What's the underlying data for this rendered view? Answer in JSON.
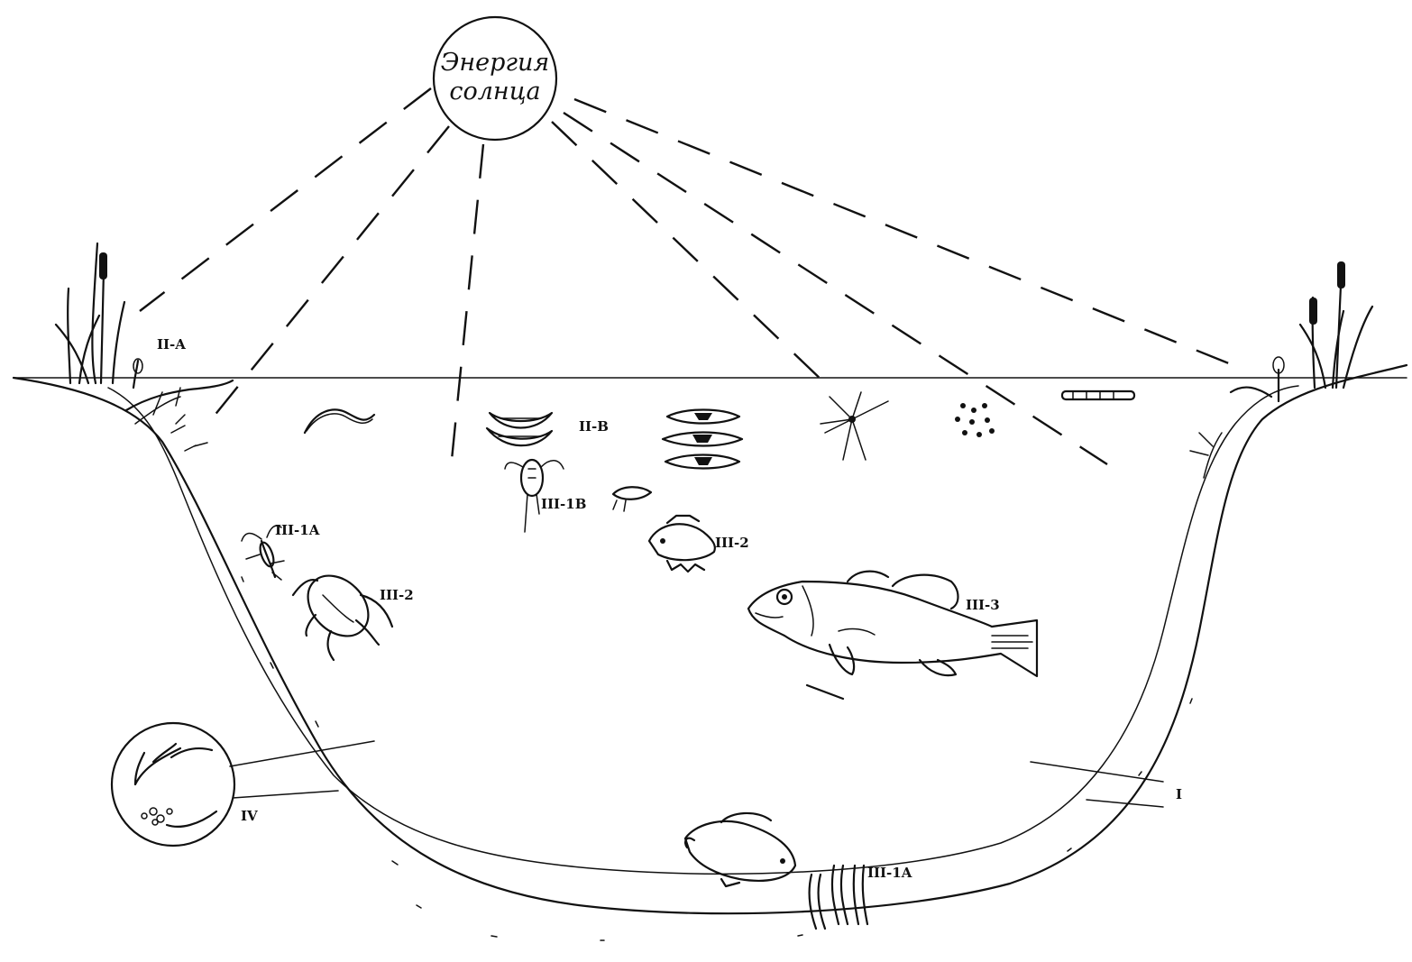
{
  "sun": {
    "line1": "Энергия",
    "line2": "солнца"
  },
  "labels": {
    "shore_plants": "II-A",
    "phytoplankton": "II-B",
    "zooplankton": "III-1B",
    "insect_larva": "III-1A",
    "beetle": "III-2",
    "small_fish": "III-2",
    "large_fish": "III-3",
    "bottom_worms": "III-1A",
    "abiotic": "I",
    "decomposers": "IV"
  }
}
